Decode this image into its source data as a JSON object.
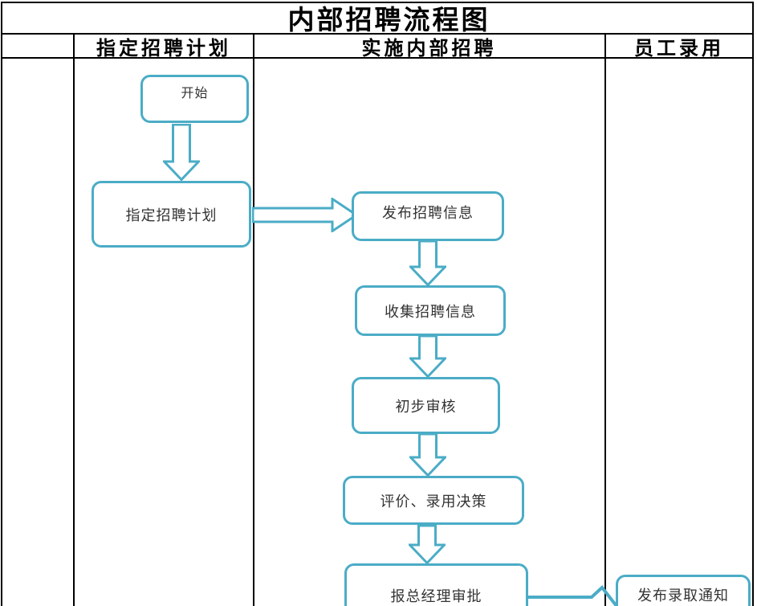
{
  "title": "内部招聘流程图",
  "columns": [
    {
      "label": "指定招聘计划"
    },
    {
      "label": "实施内部招聘"
    },
    {
      "label": "员工录用"
    }
  ],
  "nodes": {
    "start": {
      "label": "开始"
    },
    "plan": {
      "label": "指定招聘计划"
    },
    "publish": {
      "label": "发布招聘信息"
    },
    "collect": {
      "label": "收集招聘信息"
    },
    "review": {
      "label": "初步审核"
    },
    "decide": {
      "label": "评价、录用决策"
    },
    "approve": {
      "label": "报总经理审批"
    },
    "notice": {
      "label": "发布录取通知"
    }
  },
  "colors": {
    "accent": "#4BACC6",
    "grid": "#000000",
    "node_fill": "#FFFFFF",
    "node_text": "#333333"
  }
}
